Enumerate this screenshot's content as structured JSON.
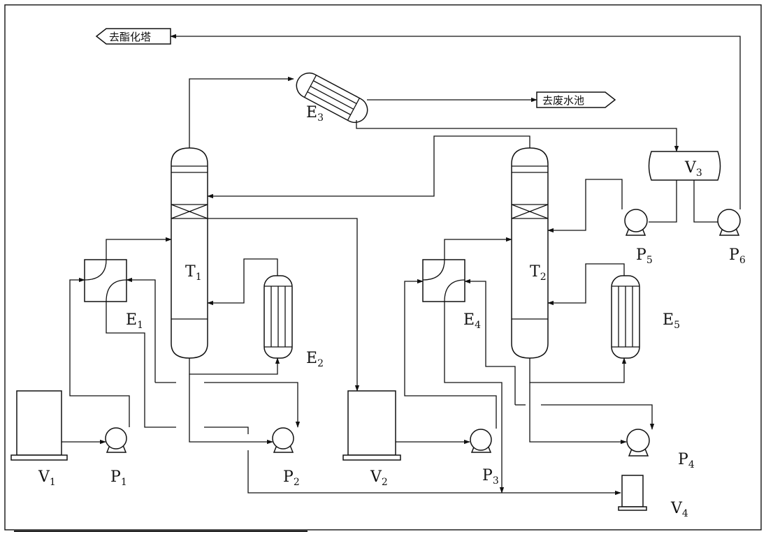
{
  "destinations": {
    "esterification_tower": "去酯化塔",
    "wastewater_pool": "去废水池"
  },
  "labels": {
    "E1": {
      "letter": "E",
      "index": "1"
    },
    "E2": {
      "letter": "E",
      "index": "2"
    },
    "E3": {
      "letter": "E",
      "index": "3"
    },
    "E4": {
      "letter": "E",
      "index": "4"
    },
    "E5": {
      "letter": "E",
      "index": "5"
    },
    "T1": {
      "letter": "T",
      "index": "1"
    },
    "T2": {
      "letter": "T",
      "index": "2"
    },
    "V1": {
      "letter": "V",
      "index": "1"
    },
    "V2": {
      "letter": "V",
      "index": "2"
    },
    "V3": {
      "letter": "V",
      "index": "3"
    },
    "V4": {
      "letter": "V",
      "index": "4"
    },
    "P1": {
      "letter": "P",
      "index": "1"
    },
    "P2": {
      "letter": "P",
      "index": "2"
    },
    "P3": {
      "letter": "P",
      "index": "3"
    },
    "P4": {
      "letter": "P",
      "index": "4"
    },
    "P5": {
      "letter": "P",
      "index": "5"
    },
    "P6": {
      "letter": "P",
      "index": "6"
    }
  }
}
